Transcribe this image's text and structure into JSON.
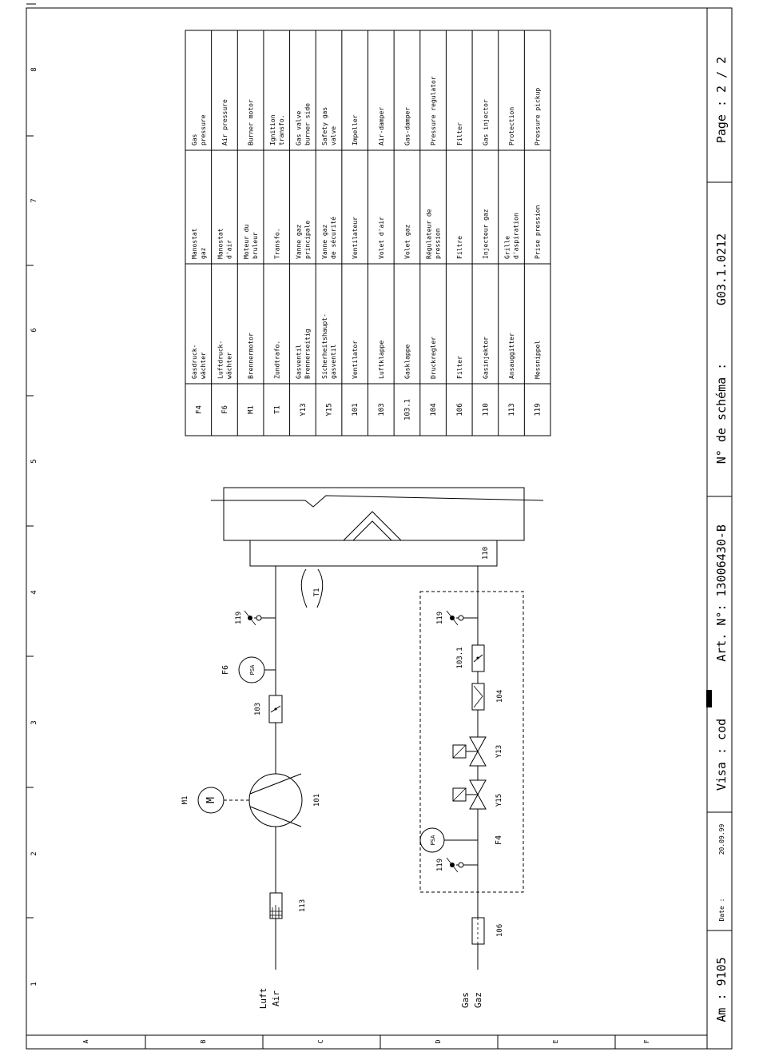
{
  "legend": {
    "rows": [
      {
        "code": "F4",
        "de": [
          "Gasdruck-",
          "wächter"
        ],
        "fr": [
          "Manostat",
          "gaz"
        ],
        "en": [
          "Gas",
          "pressure"
        ]
      },
      {
        "code": "F6",
        "de": [
          "Luftdruck-",
          "wächter"
        ],
        "fr": [
          "Manostat",
          "d'air"
        ],
        "en": [
          "Air pressure"
        ]
      },
      {
        "code": "M1",
        "de": [
          "Brennermotor"
        ],
        "fr": [
          "Moteur du",
          "bruleur"
        ],
        "en": [
          "Burner motor"
        ]
      },
      {
        "code": "T1",
        "de": [
          "Zundtrafo."
        ],
        "fr": [
          "Transfo."
        ],
        "en": [
          "Ignition",
          "transfo."
        ]
      },
      {
        "code": "Y13",
        "de": [
          "Gasventil",
          "Brennerseitig"
        ],
        "fr": [
          "Vanne gaz",
          "principale"
        ],
        "en": [
          "Gas valve",
          "burner side"
        ]
      },
      {
        "code": "Y15",
        "de": [
          "Sicherheitshaupt-",
          "gasventil"
        ],
        "fr": [
          "Vanne gaz",
          "de sécurité"
        ],
        "en": [
          "Safety gas",
          "valve"
        ]
      },
      {
        "code": "101",
        "de": [
          "Ventilator"
        ],
        "fr": [
          "Ventilateur"
        ],
        "en": [
          "Impeller"
        ]
      },
      {
        "code": "103",
        "de": [
          "Luftklappe"
        ],
        "fr": [
          "Volet d'air"
        ],
        "en": [
          "Air-damper"
        ]
      },
      {
        "code": "103.1",
        "de": [
          "Gasklappe"
        ],
        "fr": [
          "Volet gaz"
        ],
        "en": [
          "Gas-damper"
        ]
      },
      {
        "code": "104",
        "de": [
          "Druckregler"
        ],
        "fr": [
          "Régulateur de",
          "pression"
        ],
        "en": [
          "Pressure regulator"
        ]
      },
      {
        "code": "106",
        "de": [
          "Filter"
        ],
        "fr": [
          "Filtre"
        ],
        "en": [
          "Filter"
        ]
      },
      {
        "code": "110",
        "de": [
          "Gasinjektor"
        ],
        "fr": [
          "Injecteur gaz"
        ],
        "en": [
          "Gas injector"
        ]
      },
      {
        "code": "113",
        "de": [
          "Ansauggitter"
        ],
        "fr": [
          "Grille",
          "d'aspiration"
        ],
        "en": [
          "Protection"
        ]
      },
      {
        "code": "119",
        "de": [
          "Messnippel"
        ],
        "fr": [
          "Prise pression"
        ],
        "en": [
          "Pressure pickup"
        ]
      }
    ]
  },
  "border": {
    "numbers": [
      "1",
      "2",
      "3",
      "4",
      "5",
      "6",
      "7",
      "8"
    ],
    "letters": [
      "A",
      "B",
      "C",
      "D",
      "E",
      "F"
    ]
  },
  "labels": {
    "air": [
      "Luft",
      "Air"
    ],
    "gas": [
      "Gas",
      "Gaz"
    ],
    "m1": "M1",
    "m": "M",
    "f6": "F6",
    "f4": "F4",
    "psa": "PSA",
    "t1": "T1",
    "n101": "101",
    "n103": "103",
    "n1031": "103.1",
    "n104": "104",
    "n106": "106",
    "n110": "110",
    "n113": "113",
    "n119": "119",
    "y13": "Y13",
    "y15": "Y15"
  },
  "titleblock": {
    "am": "Am : 9105",
    "date_label": "Date :",
    "date_value": "20.09.99",
    "visa": "Visa : cod",
    "art": "Art. N°: 13006430-B",
    "schema": "N° de schéma :",
    "schema_value": "G03.1.0212",
    "page": "Page : 2 / 2"
  }
}
